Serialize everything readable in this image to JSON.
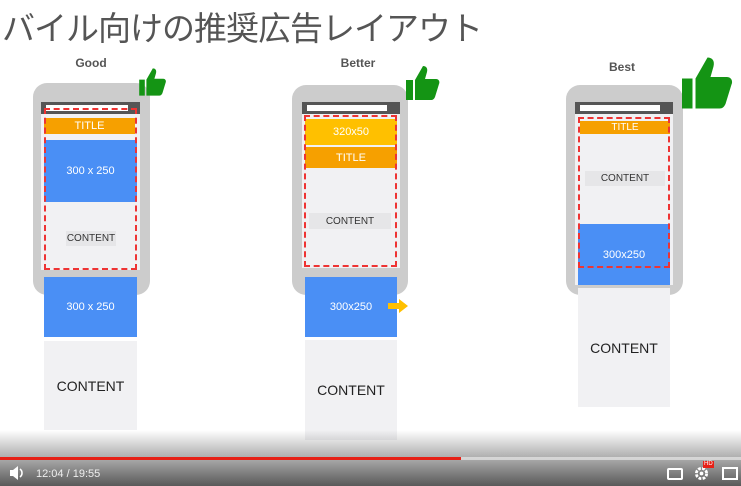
{
  "slide": {
    "title": "バイル向けの推奨広告レイアウト",
    "good": {
      "label": "Good",
      "title": "TITLE",
      "ad1": "300 x 250",
      "content1": "CONTENT",
      "ad2": "300 x 250",
      "content2": "CONTENT"
    },
    "better": {
      "label": "Better",
      "ad1": "320x50",
      "title": "TITLE",
      "content1": "CONTENT",
      "ad2": "300x250",
      "content2": "CONTENT"
    },
    "best": {
      "label": "Best",
      "title": "TITLE",
      "content1": "CONTENT",
      "ad1": "300x250",
      "content2": "CONTENT"
    }
  },
  "player": {
    "current_time": "12:04",
    "duration": "19:55",
    "time_separator": " / ",
    "progress_percent": 62.2,
    "progress_color": "#e62117",
    "hd_badge": "HD"
  }
}
